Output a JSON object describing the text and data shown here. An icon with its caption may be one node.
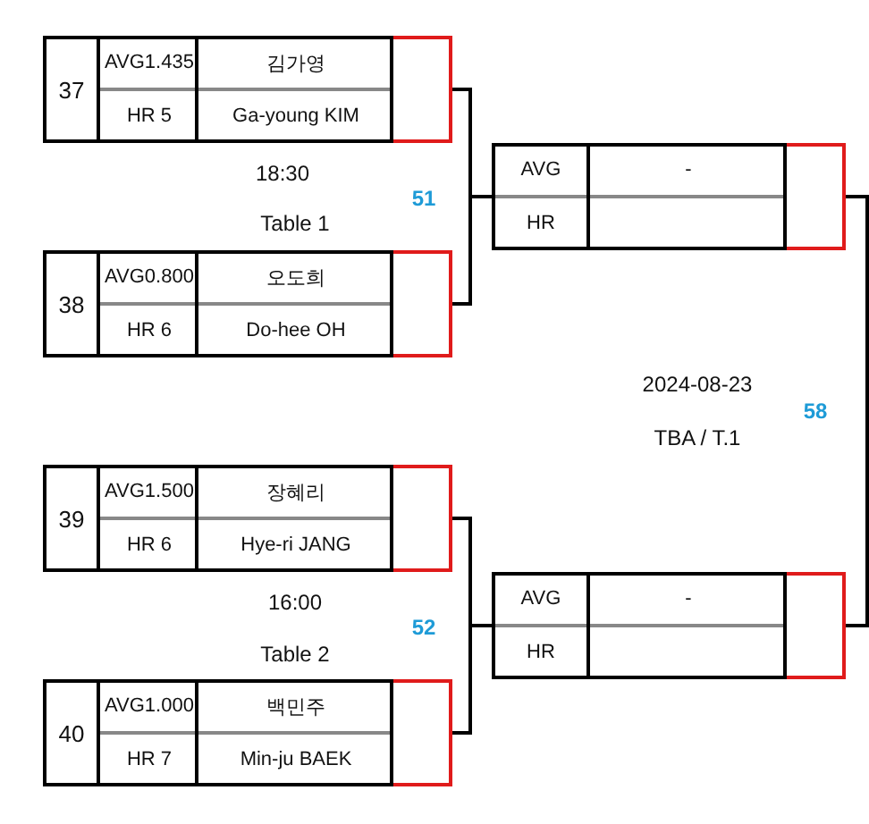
{
  "diagram": {
    "nodes": [
      {
        "text": [
          "37",
          "AVG1.435",
          "HR 5",
          "김가영",
          "Ga-young KIM"
        ]
      },
      {
        "text": [
          "38",
          "AVG0.800",
          "HR 6",
          "오도희",
          "Do-hee OH"
        ]
      },
      {
        "text": [
          "39",
          "AVG1.500",
          "HR 6",
          "장혜리",
          "Hye-ri JANG"
        ]
      },
      {
        "text": [
          "40",
          "AVG1.000",
          "HR 7",
          "백민주",
          "Min-ju BAEK"
        ]
      },
      {
        "text": [
          "AVG",
          "-",
          "HR"
        ]
      },
      {
        "text": [
          "AVG",
          "-",
          "HR"
        ]
      }
    ],
    "edges": [
      {
        "from": 0,
        "to": 4,
        "arrow": "none"
      },
      {
        "from": 1,
        "to": 4,
        "arrow": "none"
      },
      {
        "from": 2,
        "to": 5,
        "arrow": "none"
      },
      {
        "from": 3,
        "to": 5,
        "arrow": "none"
      },
      {
        "from": 4,
        "to": null,
        "arrow": "none"
      },
      {
        "from": 5,
        "to": null,
        "arrow": "none"
      }
    ],
    "labels": [
      "18:30",
      "Table 1",
      "51",
      "16:00",
      "Table 2",
      "52",
      "2024-08-23",
      "TBA / T.1",
      "58"
    ]
  }
}
